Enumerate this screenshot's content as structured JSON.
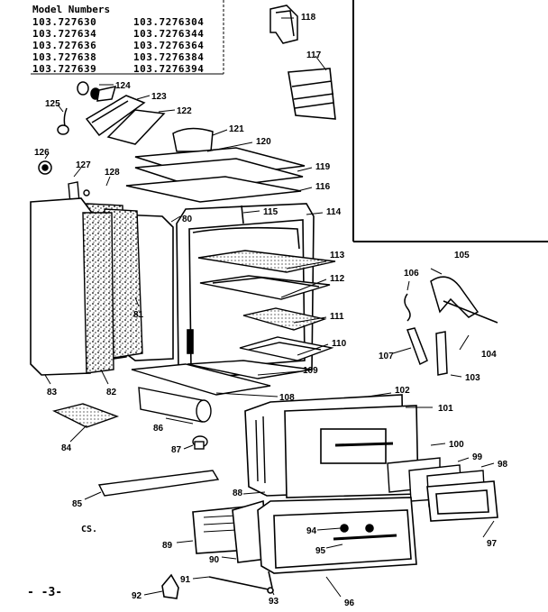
{
  "model_numbers": {
    "title": "Model Numbers",
    "left_column": [
      "103.727630",
      "103.727634",
      "103.727636",
      "103.727638",
      "103.727639"
    ],
    "right_column": [
      "103.7276304",
      "103.7276344",
      "103.7276364",
      "103.7276384",
      "103.7276394"
    ]
  },
  "part_labels": {
    "p118": "118",
    "p117": "117",
    "p124": "124",
    "p123": "123",
    "p125": "125",
    "p122": "122",
    "p121": "121",
    "p120": "120",
    "p126": "126",
    "p127": "127",
    "p128": "128",
    "p119": "119",
    "p116": "116",
    "p115": "115",
    "p114": "114",
    "p80": "80",
    "p113": "113",
    "p112": "112",
    "p81": "81",
    "p111": "111",
    "p110": "110",
    "p109": "109",
    "p108": "108",
    "p83": "83",
    "p82": "82",
    "p86": "86",
    "p84": "84",
    "p87": "87",
    "p105": "105",
    "p106": "106",
    "p104": "104",
    "p107": "107",
    "p103": "103",
    "p102": "102",
    "p101": "101",
    "p100": "100",
    "p99": "99",
    "p98": "98",
    "p88": "88",
    "p85": "85",
    "p97": "97",
    "p94": "94",
    "p95": "95",
    "p89": "89",
    "p90": "90",
    "p91": "91",
    "p92": "92",
    "p93": "93",
    "p96": "96"
  },
  "footer": {
    "code": "CS.",
    "page": "- -3-"
  }
}
